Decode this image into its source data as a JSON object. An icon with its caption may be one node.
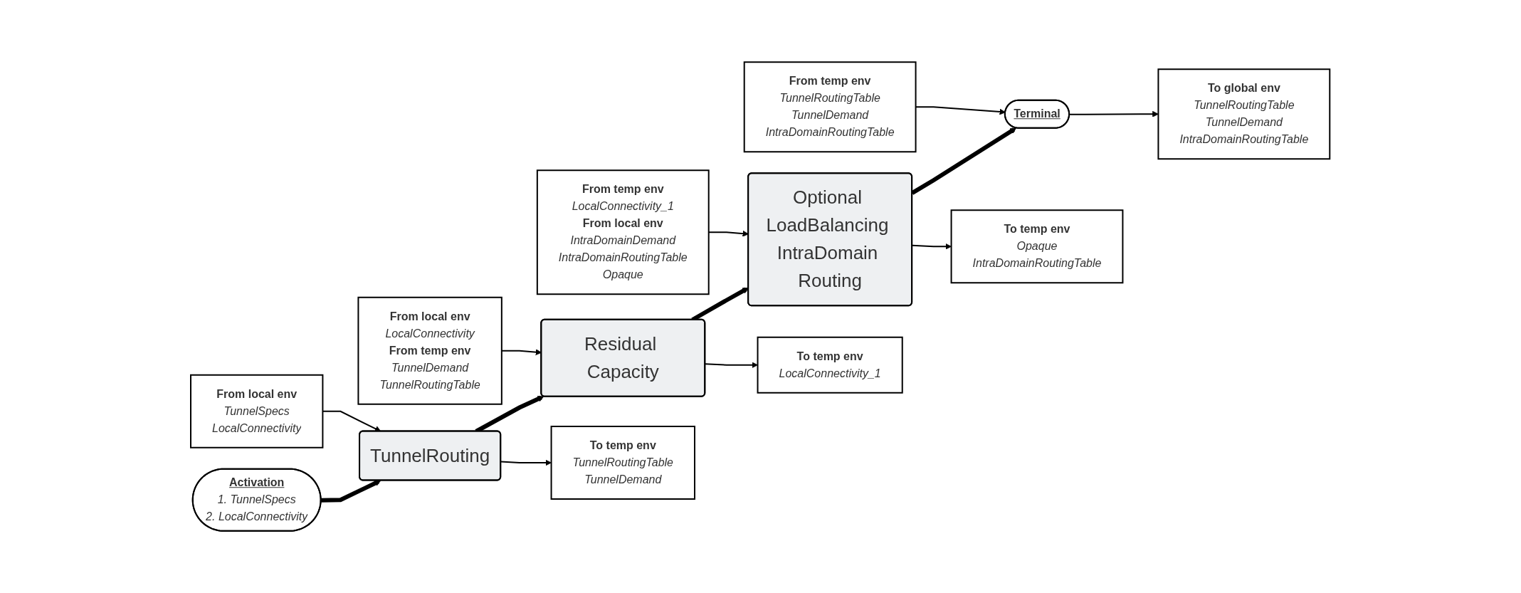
{
  "diagram": {
    "nodes": [
      {
        "text": [
          "Activation",
          "1. TunnelSpecs",
          "2. LocalConnectivity"
        ]
      },
      {
        "text": [
          "TunnelRouting"
        ]
      },
      {
        "text": [
          "Residual Capacity"
        ]
      },
      {
        "text": [
          "Optional LoadBalancing IntraDomain Routing"
        ]
      },
      {
        "text": [
          "Terminal"
        ]
      },
      {
        "text": [
          "From local env",
          "TunnelSpecs",
          "LocalConnectivity"
        ]
      },
      {
        "text": [
          "From local env",
          "LocalConnectivity",
          "From temp env",
          "TunnelDemand",
          "TunnelRoutingTable"
        ]
      },
      {
        "text": [
          "From temp env",
          "LocalConnectivity_1",
          "From local env",
          "IntraDomainDemand",
          "IntraDomainRoutingTable",
          "Opaque"
        ]
      },
      {
        "text": [
          "From temp env",
          "TunnelRoutingTable",
          "TunnelDemand",
          "IntraDomainRoutingTable"
        ]
      },
      {
        "text": [
          "To temp env",
          "TunnelRoutingTable",
          "TunnelDemand"
        ]
      },
      {
        "text": [
          "To temp env",
          "LocalConnectivity_1"
        ]
      },
      {
        "text": [
          "To temp env",
          "Opaque",
          "IntraDomainRoutingTable"
        ]
      },
      {
        "text": [
          "To global env",
          "TunnelRoutingTable",
          "TunnelDemand",
          "IntraDomainRoutingTable"
        ]
      }
    ],
    "edges": [
      {
        "from": 0,
        "to": 1,
        "arrow": "to",
        "style": "thick"
      },
      {
        "from": 1,
        "to": 2,
        "arrow": "to",
        "style": "thick"
      },
      {
        "from": 2,
        "to": 3,
        "arrow": "to",
        "style": "thick"
      },
      {
        "from": 3,
        "to": 4,
        "arrow": "to",
        "style": "thick"
      },
      {
        "from": 5,
        "to": 1,
        "arrow": "to"
      },
      {
        "from": 1,
        "to": 9,
        "arrow": "to"
      },
      {
        "from": 6,
        "to": 2,
        "arrow": "to"
      },
      {
        "from": 2,
        "to": 10,
        "arrow": "to"
      },
      {
        "from": 7,
        "to": 3,
        "arrow": "to"
      },
      {
        "from": 3,
        "to": 11,
        "arrow": "to"
      },
      {
        "from": 8,
        "to": 4,
        "arrow": "to"
      },
      {
        "from": 4,
        "to": 12,
        "arrow": "to"
      }
    ]
  }
}
